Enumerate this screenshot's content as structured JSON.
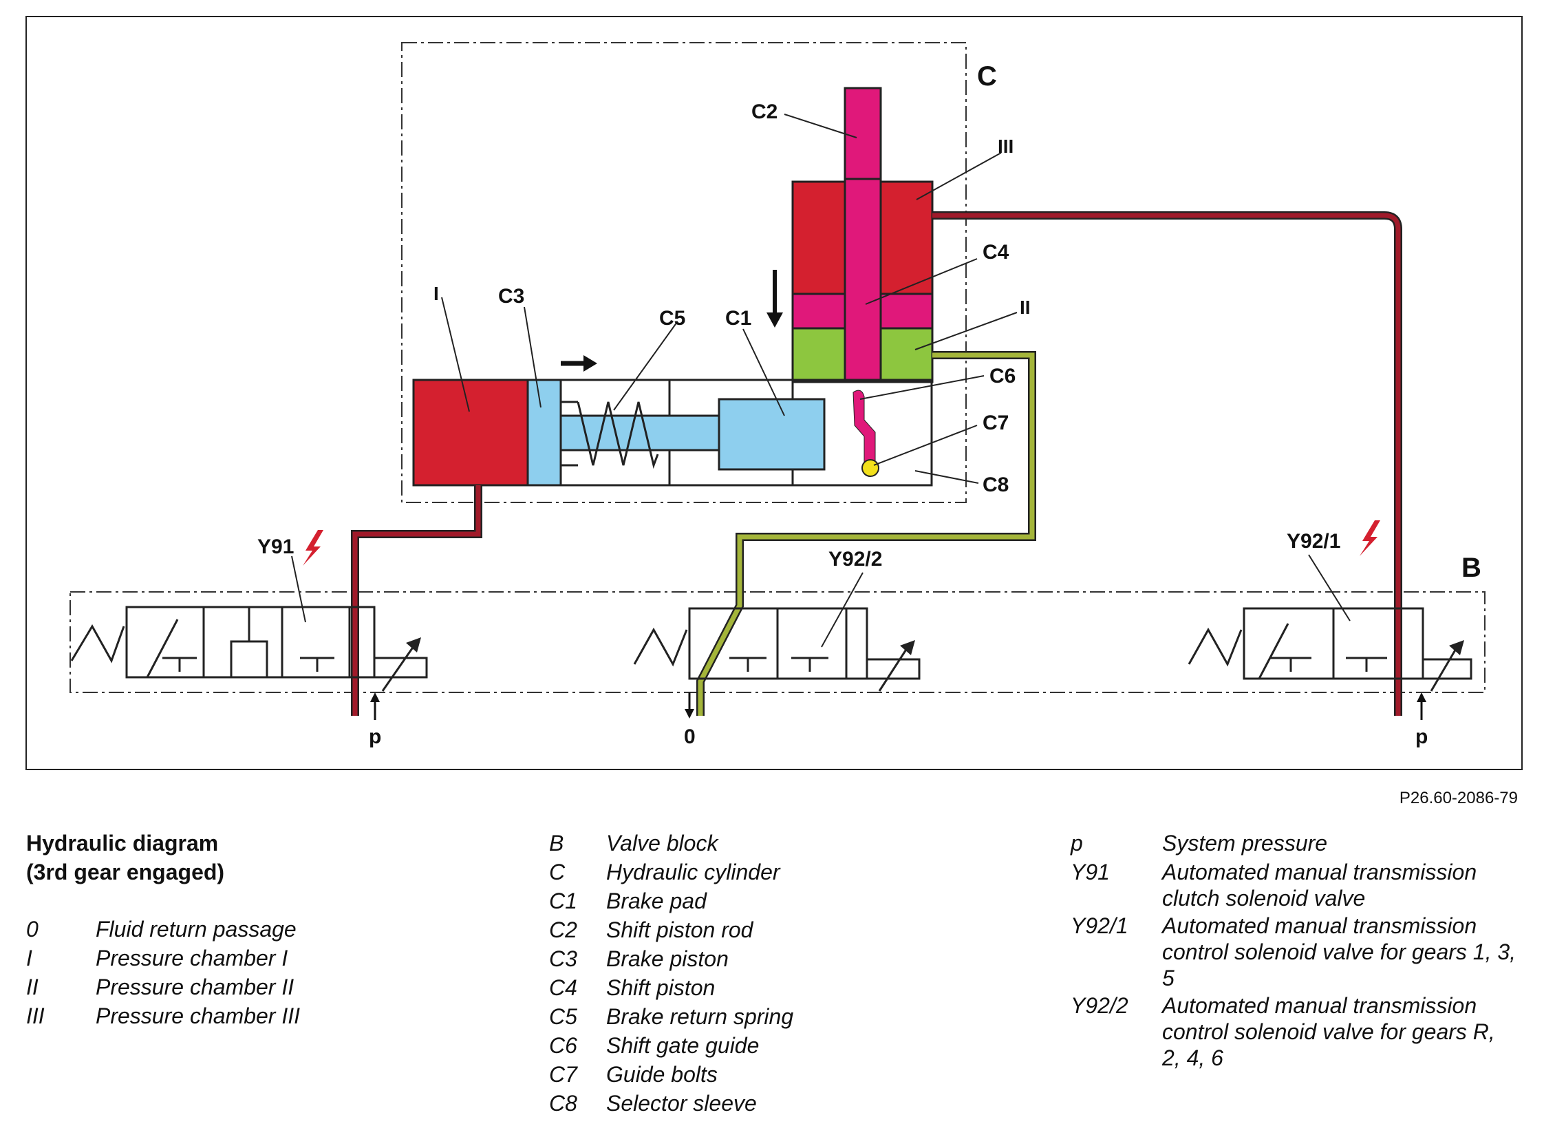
{
  "diagram": {
    "labels": {
      "block_c": "C",
      "block_b": "B",
      "c2": "C2",
      "c3": "C3",
      "c4": "C4",
      "c5": "C5",
      "c1": "C1",
      "c6": "C6",
      "c7": "C7",
      "c8": "C8",
      "i": "I",
      "ii": "II",
      "iii": "III",
      "y91": "Y91",
      "y92_2": "Y92/2",
      "y92_1": "Y92/1",
      "p_left": "p",
      "zero": "0",
      "p_right": "p"
    },
    "colors": {
      "red": "#d4202f",
      "magenta": "#e0187a",
      "green": "#8dc63f",
      "light_blue": "#8ecfee",
      "yellow": "#f2e01c",
      "pipe_dark_red": "#a01a2a",
      "pipe_olive": "#a4b53a"
    }
  },
  "reference_code": "P26.60-2086-79",
  "caption": {
    "title_line1": "Hydraulic diagram",
    "title_line2": "(3rd gear engaged)"
  },
  "legend_left": [
    {
      "key": "0",
      "text": "Fluid return passage"
    },
    {
      "key": "I",
      "text": "Pressure chamber I"
    },
    {
      "key": "II",
      "text": "Pressure chamber II"
    },
    {
      "key": "III",
      "text": "Pressure chamber III"
    }
  ],
  "legend_mid": [
    {
      "key": "B",
      "text": "Valve block"
    },
    {
      "key": "C",
      "text": "Hydraulic cylinder"
    },
    {
      "key": "C1",
      "text": "Brake pad"
    },
    {
      "key": "C2",
      "text": "Shift piston rod"
    },
    {
      "key": "C3",
      "text": "Brake piston"
    },
    {
      "key": "C4",
      "text": "Shift piston"
    },
    {
      "key": "C5",
      "text": "Brake return spring"
    },
    {
      "key": "C6",
      "text": "Shift gate guide"
    },
    {
      "key": "C7",
      "text": "Guide bolts"
    },
    {
      "key": "C8",
      "text": "Selector sleeve"
    }
  ],
  "legend_right": [
    {
      "key": "p",
      "text": "System pressure"
    },
    {
      "key": "Y91",
      "text": "Automated manual transmission clutch solenoid valve"
    },
    {
      "key": "Y92/1",
      "text": "Automated manual transmission control solenoid valve for gears 1, 3, 5"
    },
    {
      "key": "Y92/2",
      "text": "Automated manual transmission control solenoid valve for gears R, 2, 4, 6"
    }
  ]
}
